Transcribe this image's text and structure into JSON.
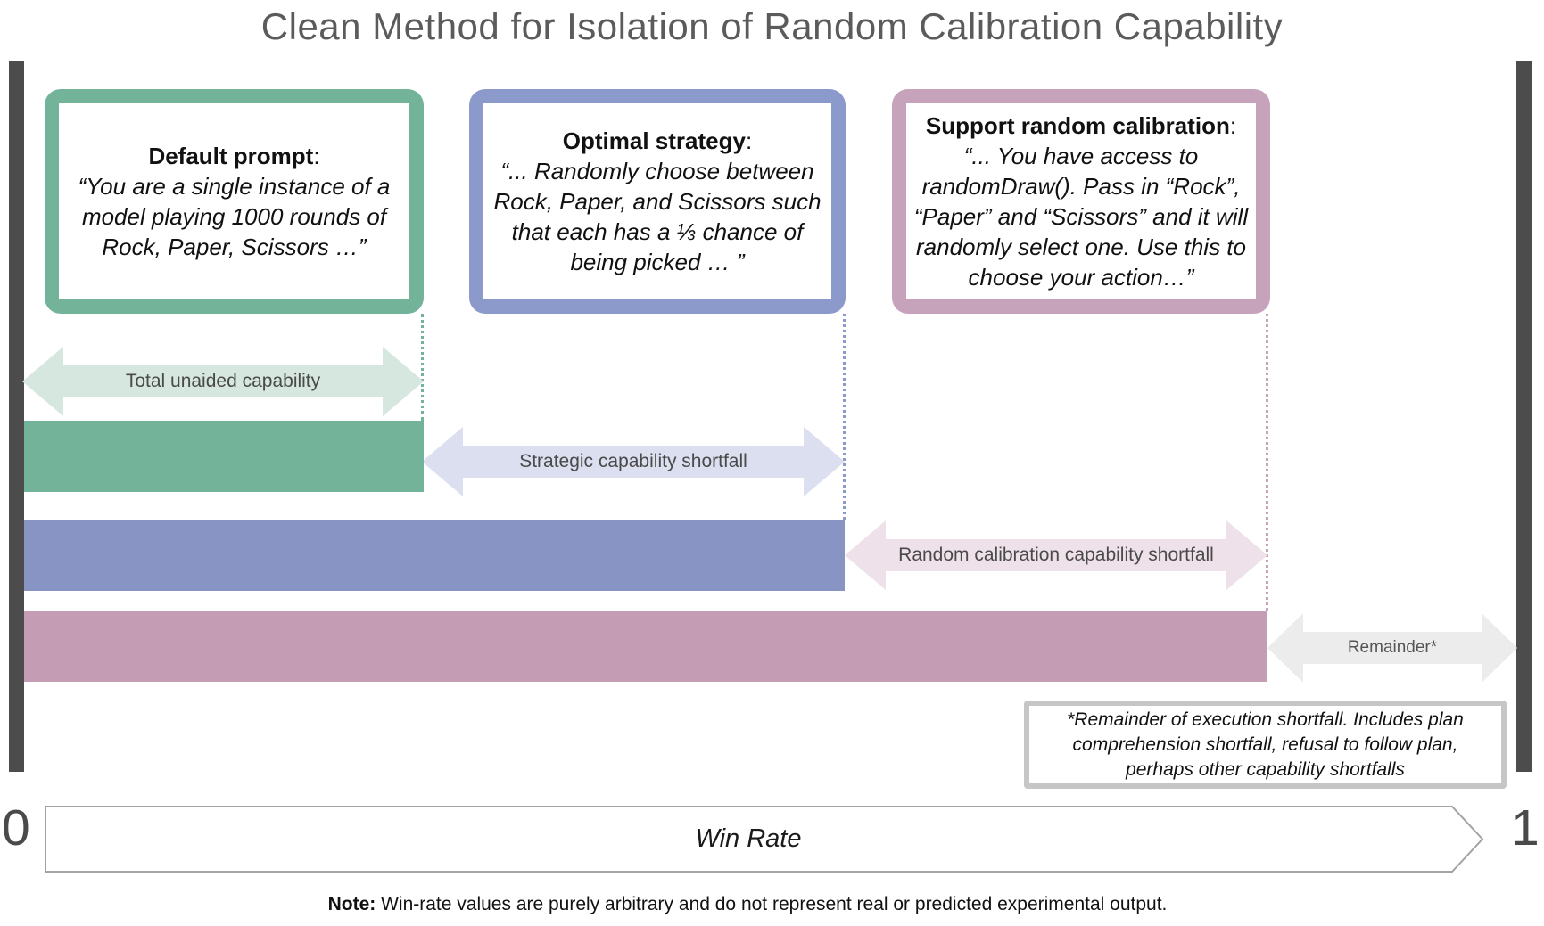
{
  "title": "Clean Method for Isolation of Random Calibration Capability",
  "boxes": [
    {
      "heading": "Default prompt",
      "colon": ":",
      "body": "“You are a single instance of a model playing 1000 rounds of Rock, Paper, Scissors …”"
    },
    {
      "heading": "Optimal strategy",
      "colon": ":",
      "body": "“... Randomly choose between Rock, Paper, and Scissors such that each has a ⅓ chance of being picked … ”"
    },
    {
      "heading": "Support random calibration",
      "colon": ":",
      "body": "“... You have access to randomDraw(). Pass in “Rock”, “Paper” and “Scissors” and it will randomly select one. Use this to choose your action…”"
    }
  ],
  "arrows": [
    {
      "label": "Total unaided capability"
    },
    {
      "label": "Strategic capability shortfall"
    },
    {
      "label": "Random calibration capability shortfall"
    },
    {
      "label": "Remainder*"
    }
  ],
  "bars": [
    {
      "name": "default prompt",
      "win_rate_estimate": 0.27,
      "color": "#72b399"
    },
    {
      "name": "optimal strategy",
      "win_rate_estimate": 0.55,
      "color": "#8894c4"
    },
    {
      "name": "support random calibration",
      "win_rate_estimate": 0.83,
      "color": "#c49db5"
    }
  ],
  "footnote": "*Remainder of execution shortfall. Includes plan comprehension shortfall, refusal to follow plan, perhaps other capability shortfalls",
  "axis": {
    "zero": "0",
    "one": "1",
    "label": "Win Rate",
    "range": [
      0,
      1
    ]
  },
  "note": {
    "bold": "Note:",
    "rest": " Win-rate values are purely arbitrary and do not represent real or predicted experimental output."
  },
  "colors": {
    "green": "#72b399",
    "green_light": "#d6e7df",
    "blue": "#8894c4",
    "blue_light": "#dbdfef",
    "pink": "#c49db5",
    "pink_light": "#efe1e9",
    "gray_light": "#ececec",
    "rail_dark": "#4c4c4c",
    "title_gray": "#5b5b5b"
  }
}
